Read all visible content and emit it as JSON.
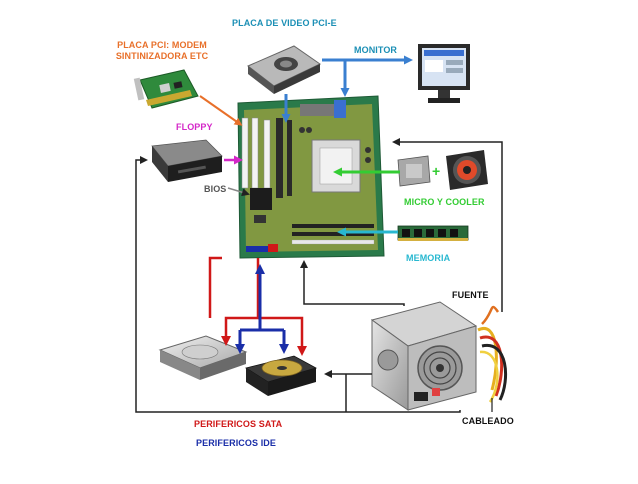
{
  "labels": {
    "pci": "PLACA PCI: MODEM SINTINIZADORA ETC",
    "video": "PLACA DE VIDEO PCI-E",
    "monitor": "MONITOR",
    "floppy": "FLOPPY",
    "bios": "BIOS",
    "cpu": "MICRO Y COOLER",
    "memory": "MEMORIA",
    "psu": "FUENTE",
    "cables": "CABLEADO",
    "sata": "PERIFERICOS SATA",
    "ide": "PERIFERICOS IDE"
  },
  "colors": {
    "pci": "#e8702a",
    "video": "#1b8fb5",
    "monitor": "#1b8fb5",
    "floppy": "#d428c8",
    "bios": "#555555",
    "cpu": "#33cc33",
    "memory": "#28b8d0",
    "psu": "#111111",
    "cables": "#111111",
    "sata": "#d01818",
    "ide": "#1a2ea8",
    "connector_black": "#222222",
    "connector_blue_light": "#3a7fd0"
  }
}
